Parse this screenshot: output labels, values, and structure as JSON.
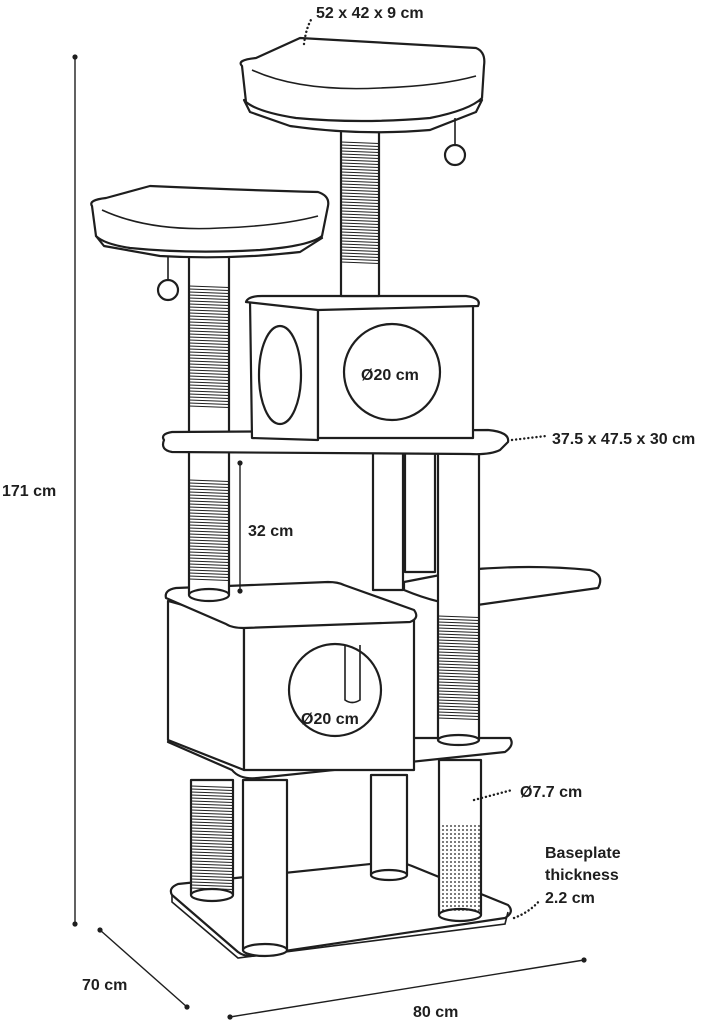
{
  "labels": {
    "top_platform": "52 x 42 x 9 cm",
    "height": "171 cm",
    "upper_house_hole": "Ø20 cm",
    "upper_platform": "37.5 x 47.5 x 30 cm",
    "post_gap": "32 cm",
    "lower_house_hole": "Ø20 cm",
    "post_diameter": "Ø7.7 cm",
    "baseplate_line1": "Baseplate",
    "baseplate_line2": "thickness",
    "baseplate_line3": "2.2 cm",
    "depth": "70 cm",
    "width": "80 cm"
  },
  "colors": {
    "line": "#1e1e1e",
    "fill": "#ffffff"
  }
}
